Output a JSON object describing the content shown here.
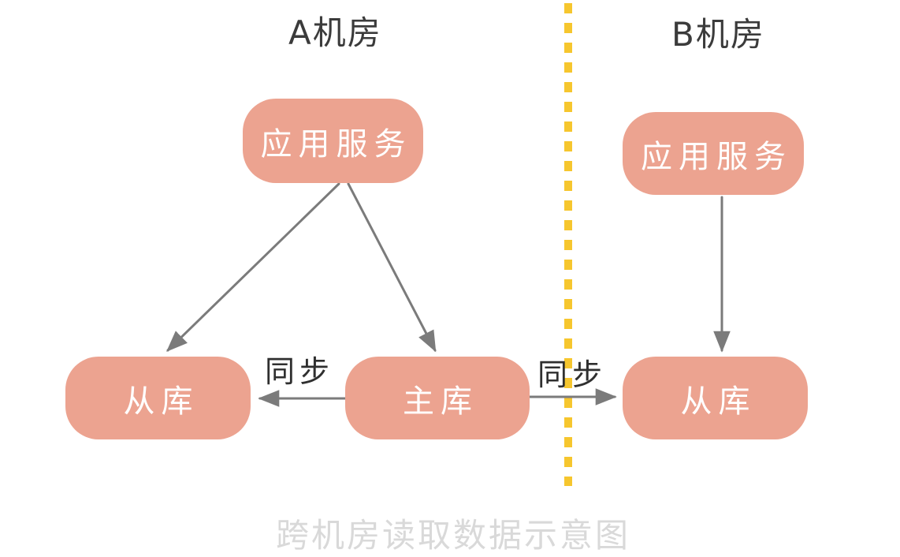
{
  "headers": {
    "zone_a": "A机房",
    "zone_b": "B机房"
  },
  "nodes": {
    "a_app": "应用服务",
    "a_slave": "从库",
    "master": "主库",
    "b_app": "应用服务",
    "b_slave": "从库"
  },
  "labels": {
    "sync_left": "同步",
    "sync_right": "同步"
  },
  "caption": "跨机房读取数据示意图",
  "colors": {
    "node_fill": "#ECA390",
    "node_text": "#FFFFFF",
    "divider_yellow": "#F6C62E",
    "arrow_gray": "#7B7B7B",
    "header_text": "#3B3B3B",
    "caption_text": "#D9D9D9"
  },
  "diagram_data": {
    "type": "flow-diagram",
    "zones": [
      {
        "name": "A机房",
        "nodes": [
          "应用服务",
          "从库",
          "主库"
        ]
      },
      {
        "name": "B机房",
        "nodes": [
          "应用服务",
          "从库"
        ]
      }
    ],
    "edges": [
      {
        "from": "A.应用服务",
        "to": "A.从库",
        "label": ""
      },
      {
        "from": "A.应用服务",
        "to": "A.主库",
        "label": ""
      },
      {
        "from": "A.主库",
        "to": "A.从库",
        "label": "同步"
      },
      {
        "from": "A.主库",
        "to": "B.从库",
        "label": "同步"
      },
      {
        "from": "B.应用服务",
        "to": "B.从库",
        "label": ""
      }
    ],
    "caption": "跨机房读取数据示意图"
  }
}
